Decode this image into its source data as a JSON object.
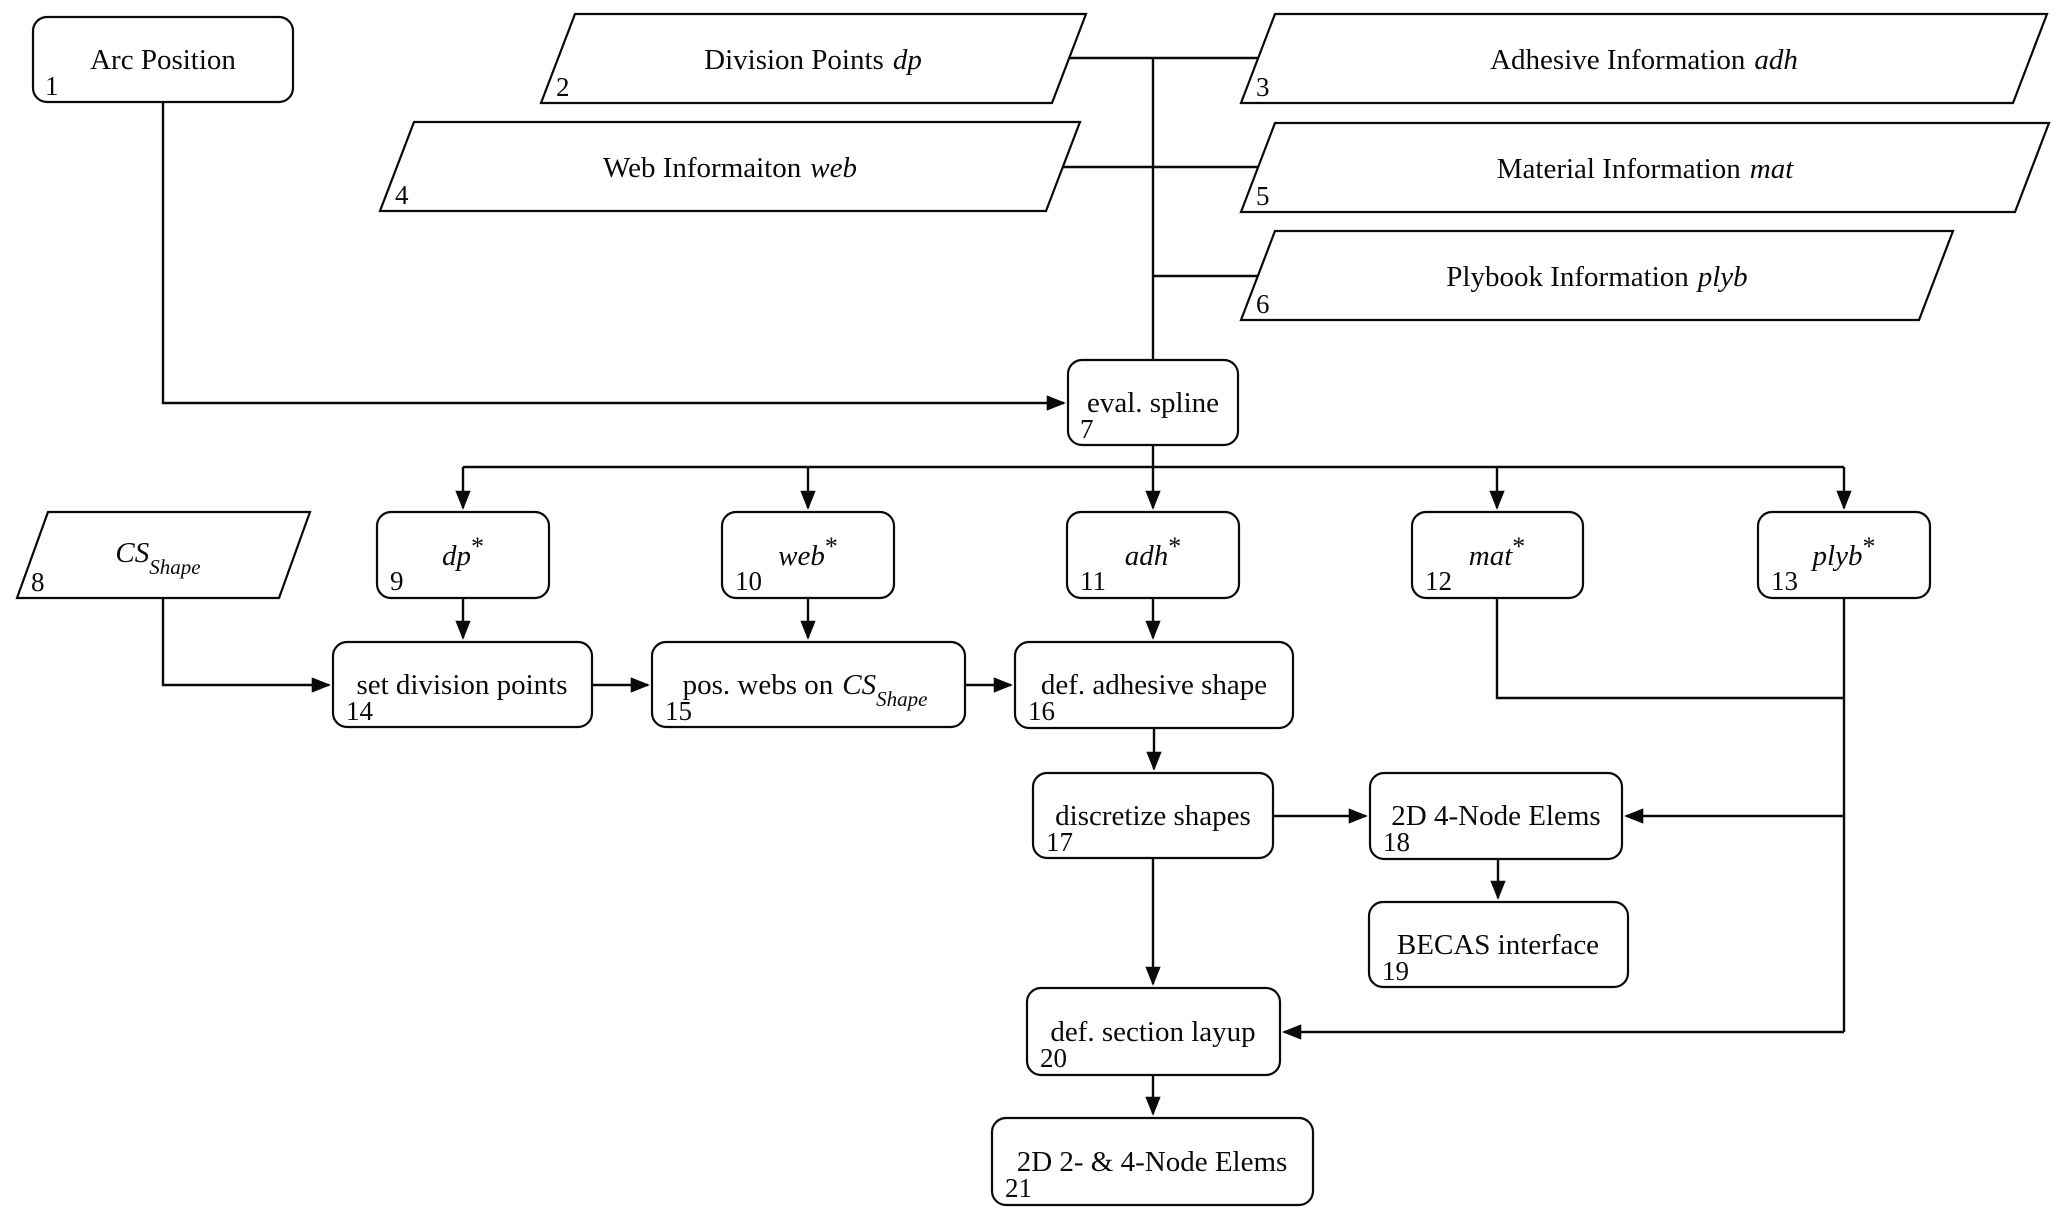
{
  "diagram": {
    "type": "flowchart",
    "background_color": "#ffffff",
    "stroke_color": "#0a0a0a",
    "nodes": {
      "n1": {
        "num": "1",
        "label": "Arc Position"
      },
      "n2": {
        "num": "2",
        "label": "Division Points",
        "var": "dp"
      },
      "n3": {
        "num": "3",
        "label": "Adhesive Information",
        "var": "adh"
      },
      "n4": {
        "num": "4",
        "label": "Web Informaiton",
        "var": "web"
      },
      "n5": {
        "num": "5",
        "label": "Material Information",
        "var": "mat"
      },
      "n6": {
        "num": "6",
        "label": "Plybook Information",
        "var": "plyb"
      },
      "n7": {
        "num": "7",
        "label": "eval. spline"
      },
      "n8": {
        "num": "8",
        "var": "CS",
        "sub": "Shape"
      },
      "n9": {
        "num": "9",
        "var": "dp",
        "star": "*"
      },
      "n10": {
        "num": "10",
        "var": "web",
        "star": "*"
      },
      "n11": {
        "num": "11",
        "var": "adh",
        "star": "*"
      },
      "n12": {
        "num": "12",
        "var": "mat",
        "star": "*"
      },
      "n13": {
        "num": "13",
        "var": "plyb",
        "star": "*"
      },
      "n14": {
        "num": "14",
        "label": "set division points"
      },
      "n15": {
        "num": "15",
        "label": "pos. webs on",
        "var": "CS",
        "sub": "Shape"
      },
      "n16": {
        "num": "16",
        "label": "def. adhesive shape"
      },
      "n17": {
        "num": "17",
        "label": "discretize shapes"
      },
      "n18": {
        "num": "18",
        "label": "2D 4-Node Elems"
      },
      "n19": {
        "num": "19",
        "label": "BECAS interface"
      },
      "n20": {
        "num": "20",
        "label": "def. section layup"
      },
      "n21": {
        "num": "21",
        "label": "2D 2- & 4-Node Elems"
      }
    }
  }
}
